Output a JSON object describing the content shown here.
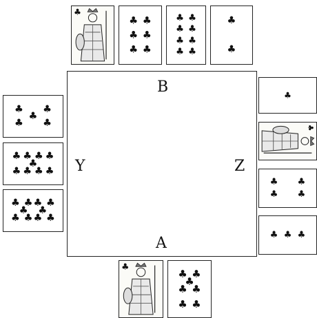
{
  "seats": {
    "north": "B",
    "west": "Y",
    "east": "Z",
    "south": "A"
  },
  "suit_symbol": "♣",
  "hands": {
    "north": [
      {
        "rank": "Q",
        "kind": "court",
        "figure": "queen"
      },
      {
        "rank": "6",
        "kind": "pips"
      },
      {
        "rank": "8",
        "kind": "pips"
      },
      {
        "rank": "2",
        "kind": "pips"
      }
    ],
    "west": [
      {
        "rank": "5",
        "kind": "pips"
      },
      {
        "rank": "9",
        "kind": "pips"
      },
      {
        "rank": "10",
        "kind": "pips"
      }
    ],
    "east": [
      {
        "rank": "A",
        "kind": "pips"
      },
      {
        "rank": "J",
        "kind": "court",
        "figure": "jack"
      },
      {
        "rank": "4",
        "kind": "pips"
      },
      {
        "rank": "3",
        "kind": "pips"
      }
    ],
    "south": [
      {
        "rank": "K",
        "kind": "court",
        "figure": "king"
      },
      {
        "rank": "7",
        "kind": "pips"
      }
    ]
  }
}
